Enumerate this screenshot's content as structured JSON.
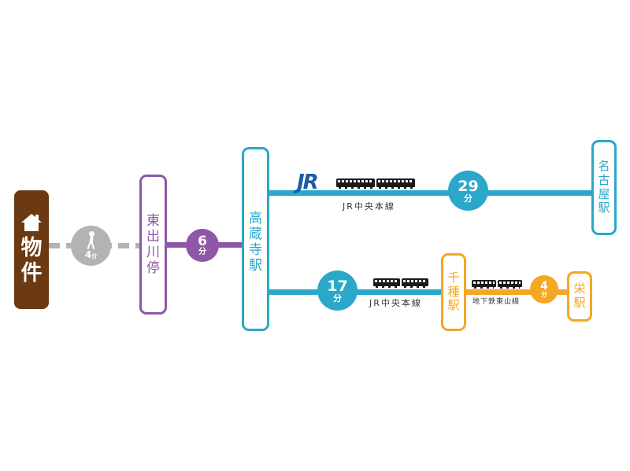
{
  "colors": {
    "property": "#6b3a12",
    "walk": "#b3b3b3",
    "bus": "#8e57a8",
    "jr": "#2aa7c9",
    "subway": "#f5a623",
    "jr_logo": "#1e5ba8",
    "text_dark": "#333333"
  },
  "property": {
    "label_chars": [
      "物",
      "件"
    ],
    "icon": "house-icon"
  },
  "walk": {
    "time": "4",
    "unit": "分",
    "icon": "walking-person-icon"
  },
  "stations": {
    "higashidegawa": {
      "chars": [
        "東",
        "出",
        "川",
        "停"
      ]
    },
    "kozoji": {
      "chars": [
        "高",
        "蔵",
        "寺",
        "駅"
      ]
    },
    "nagoya": {
      "chars": [
        "名",
        "古",
        "屋",
        "駅"
      ]
    },
    "chikusa": {
      "chars": [
        "千",
        "種",
        "駅"
      ]
    },
    "sakae": {
      "chars": [
        "栄",
        "駅"
      ]
    }
  },
  "legs": {
    "bus": {
      "time": "6",
      "unit": "分"
    },
    "jr_nagoya": {
      "time": "29",
      "unit": "分",
      "line_name": "JR中央本線",
      "logo_text": "JR"
    },
    "jr_chikusa": {
      "time": "17",
      "unit": "分",
      "line_name": "JR中央本線"
    },
    "subway": {
      "time": "4",
      "unit": "分",
      "line_name": "地下鉄東山線"
    }
  }
}
